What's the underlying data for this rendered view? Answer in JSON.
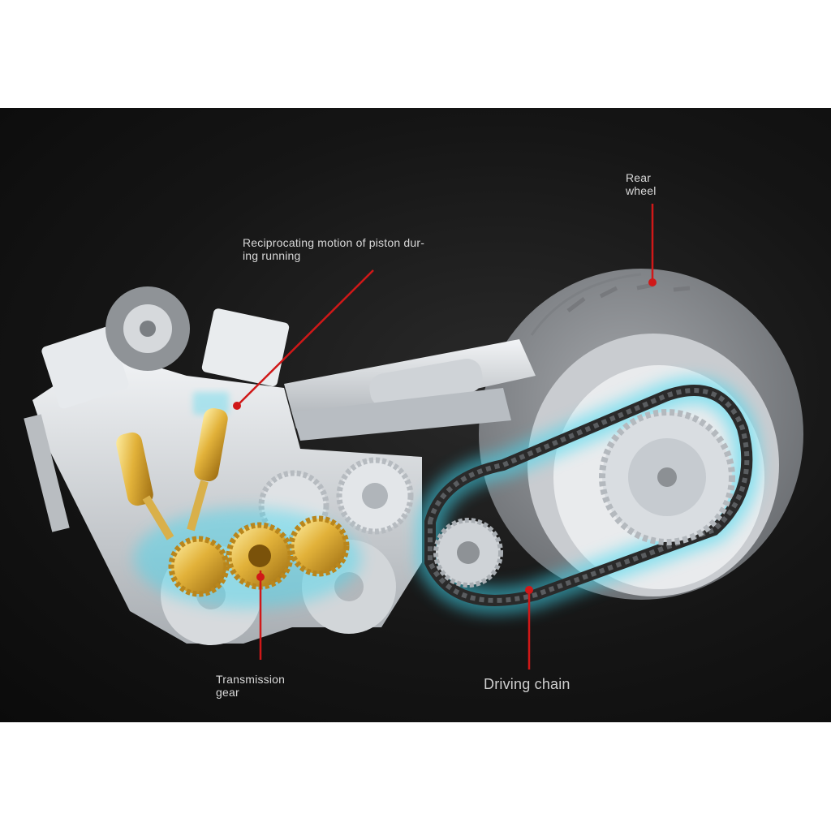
{
  "labels": {
    "piston": [
      "Reciprocating motion of piston dur-",
      "ing running"
    ],
    "rear_wheel": [
      "Rear",
      "wheel"
    ],
    "transmission_gear": [
      "Transmission",
      "gear"
    ],
    "driving_chain": "Driving chain"
  },
  "colors": {
    "background": "#141414",
    "leader_line": "#d01818",
    "chain_glow": "#3fd8f0",
    "gold": "#e2b23a",
    "plastic": "#d9dde1",
    "tyre": "#8f9296"
  }
}
